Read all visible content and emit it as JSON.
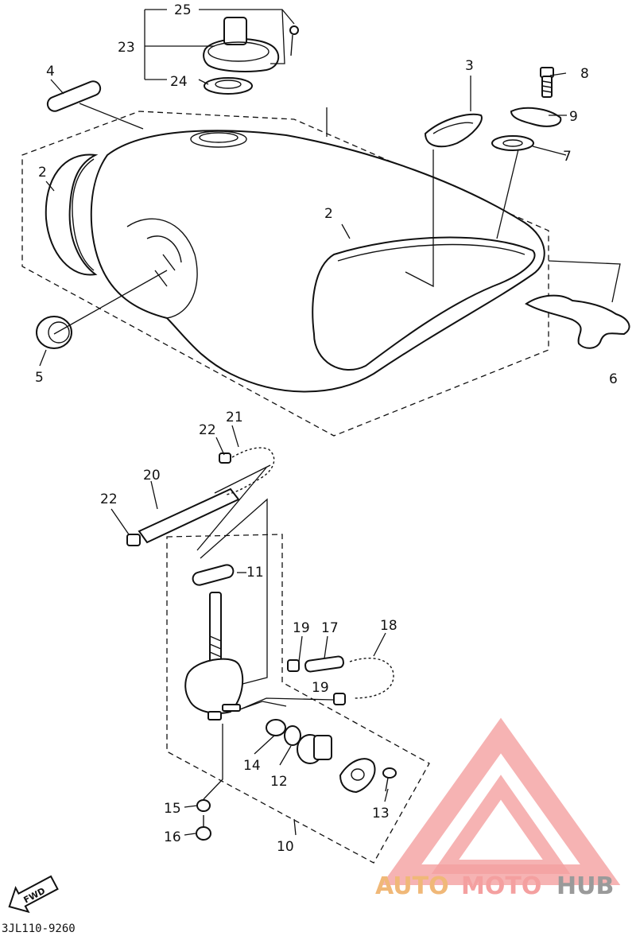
{
  "diagram_code": "3JL110-9260",
  "fwd_label": "FWD",
  "logo": {
    "word_1": "AUTO",
    "word_2": "MOTO",
    "word_3": "HUB",
    "color_1": "#f0b878",
    "color_2": "#f4a0a0",
    "color_3": "#9a9a9a",
    "mark_color": "#f4a0a0"
  },
  "parts": {
    "p2a": "2",
    "p2b": "2",
    "p3": "3",
    "p4": "4",
    "p5": "5",
    "p6": "6",
    "p7": "7",
    "p8": "8",
    "p9": "9",
    "p10": "10",
    "p11": "11",
    "p12": "12",
    "p13": "13",
    "p14": "14",
    "p15": "15",
    "p16": "16",
    "p17": "17",
    "p18": "18",
    "p19a": "19",
    "p19b": "19",
    "p20": "20",
    "p21": "21",
    "p22a": "22",
    "p22b": "22",
    "p23": "23",
    "p24": "24",
    "p25": "25"
  }
}
